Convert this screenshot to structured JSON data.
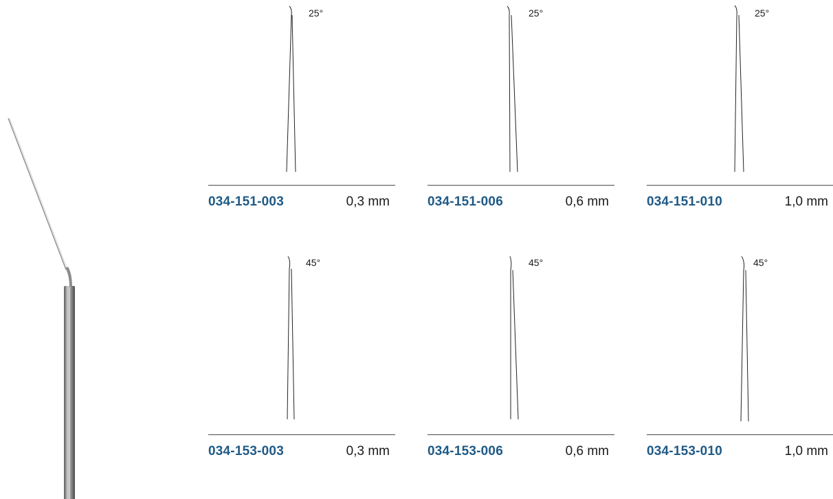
{
  "product_image": {
    "icon": "angled-needle-instrument"
  },
  "colors": {
    "code": "#1f5a86",
    "text": "#1a1a1a",
    "rule": "#4a4a4a"
  },
  "variants": [
    {
      "code": "034-151-003",
      "size": "0,3 mm",
      "angle": "25°"
    },
    {
      "code": "034-151-006",
      "size": "0,6 mm",
      "angle": "25°"
    },
    {
      "code": "034-151-010",
      "size": "1,0 mm",
      "angle": "25°"
    },
    {
      "code": "034-153-003",
      "size": "0,3 mm",
      "angle": "45°"
    },
    {
      "code": "034-153-006",
      "size": "0,6 mm",
      "angle": "45°"
    },
    {
      "code": "034-153-010",
      "size": "1,0 mm",
      "angle": "45°"
    }
  ]
}
